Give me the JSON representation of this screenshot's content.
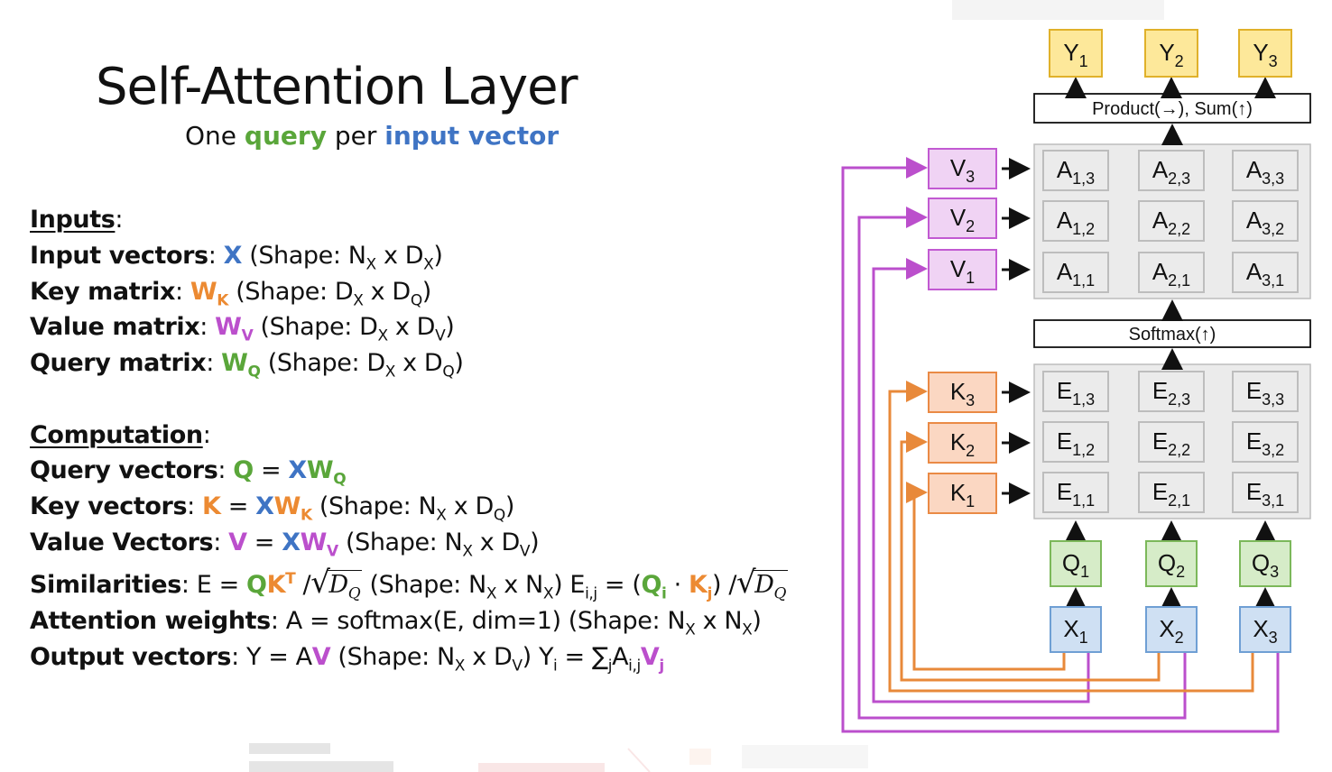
{
  "slide": {
    "title": "Self-Attention Layer",
    "subtitle": {
      "part1": "One ",
      "query": "query",
      "part2": " per ",
      "input_vector": "input vector"
    },
    "inputs": {
      "header": "Inputs",
      "input_vectors": {
        "label": "Input vectors",
        "sym": "X",
        "shape": "(Shape: N",
        "s1": "X",
        "mid": " x D",
        "s2": "X",
        "end": ")"
      },
      "key_matrix": {
        "label": "Key matrix",
        "sym": "W",
        "sub": "K",
        "shape": "(Shape: D",
        "s1": "X",
        "mid": " x D",
        "s2": "Q",
        "end": ")"
      },
      "value_matrix": {
        "label": "Value matrix",
        "sym": "W",
        "sub": "V",
        "shape": "(Shape: D",
        "s1": "X",
        "mid": " x D",
        "s2": "V",
        "end": ")"
      },
      "query_matrix": {
        "label": "Query matrix",
        "sym": "W",
        "sub": "Q",
        "shape": "(Shape: D",
        "s1": "X",
        "mid": " x D",
        "s2": "Q",
        "end": ")"
      }
    },
    "computation": {
      "header": "Computation",
      "query_vectors": {
        "label": "Query vectors",
        "lhs": "Q",
        "eq": " = ",
        "x": "X",
        "w": "W",
        "sub": "Q"
      },
      "key_vectors": {
        "label": "Key vectors",
        "lhs": "K",
        "eq": " = ",
        "x": "X",
        "w": "W",
        "sub": "K",
        "shape": "(Shape: N",
        "s1": "X",
        "mid": " x D",
        "s2": "Q",
        "end": ")"
      },
      "value_vectors": {
        "label": "Value Vectors",
        "lhs": "V",
        "eq": " = ",
        "x": "X",
        "w": "W",
        "sub": "V",
        "shape": "(Shape: N",
        "s1": "X",
        "mid": " x D",
        "s2": "V",
        "end": ")"
      },
      "similarities": {
        "label": "Similarities",
        "eq": ": E = ",
        "q": "Q",
        "k": "K",
        "t": "T",
        "slash": " /",
        "dq": "D",
        "dqs": "Q",
        "shape": "(Shape: N",
        "s1": "X",
        "mid": " x N",
        "s2": "X",
        "end": ")",
        "eij": "E",
        "eij_sub": "i,j",
        "eq2": " = (",
        "qi": "Q",
        "qi_sub": "i",
        "dot": " · ",
        "kj": "K",
        "kj_sub": "j",
        "close": ") /"
      },
      "attention_weights": {
        "label": "Attention weights",
        "eq": ": A = softmax(E, dim=1)  (Shape: N",
        "s1": "X",
        "mid": " x N",
        "s2": "X",
        "end": ")"
      },
      "output_vectors": {
        "label": "Output vectors",
        "eq": ": Y = A",
        "v": "V",
        "shape": " (Shape: N",
        "s1": "X",
        "mid": " x D",
        "s2": "V",
        "end": ") Y",
        "yi": "i",
        "eq2": " = ∑",
        "j": "j",
        "a": "A",
        "ij": "i,j",
        "vj": "V",
        "vj_sub": "j"
      }
    }
  },
  "diagram": {
    "product_sum_label": "Product(→),   Sum(↑)",
    "softmax_label": "Softmax(↑)",
    "y_boxes": [
      {
        "main": "Y",
        "sub": "1"
      },
      {
        "main": "Y",
        "sub": "2"
      },
      {
        "main": "Y",
        "sub": "3"
      }
    ],
    "v_boxes": [
      {
        "main": "V",
        "sub": "3"
      },
      {
        "main": "V",
        "sub": "2"
      },
      {
        "main": "V",
        "sub": "1"
      }
    ],
    "k_boxes": [
      {
        "main": "K",
        "sub": "3"
      },
      {
        "main": "K",
        "sub": "2"
      },
      {
        "main": "K",
        "sub": "1"
      }
    ],
    "q_boxes": [
      {
        "main": "Q",
        "sub": "1"
      },
      {
        "main": "Q",
        "sub": "2"
      },
      {
        "main": "Q",
        "sub": "3"
      }
    ],
    "x_boxes": [
      {
        "main": "X",
        "sub": "1"
      },
      {
        "main": "X",
        "sub": "2"
      },
      {
        "main": "X",
        "sub": "3"
      }
    ],
    "a_grid": [
      [
        {
          "main": "A",
          "sub": "1,3"
        },
        {
          "main": "A",
          "sub": "2,3"
        },
        {
          "main": "A",
          "sub": "3,3"
        }
      ],
      [
        {
          "main": "A",
          "sub": "1,2"
        },
        {
          "main": "A",
          "sub": "2,2"
        },
        {
          "main": "A",
          "sub": "3,2"
        }
      ],
      [
        {
          "main": "A",
          "sub": "1,1"
        },
        {
          "main": "A",
          "sub": "2,1"
        },
        {
          "main": "A",
          "sub": "3,1"
        }
      ]
    ],
    "e_grid": [
      [
        {
          "main": "E",
          "sub": "1,3"
        },
        {
          "main": "E",
          "sub": "2,3"
        },
        {
          "main": "E",
          "sub": "3,3"
        }
      ],
      [
        {
          "main": "E",
          "sub": "1,2"
        },
        {
          "main": "E",
          "sub": "2,2"
        },
        {
          "main": "E",
          "sub": "3,2"
        }
      ],
      [
        {
          "main": "E",
          "sub": "1,1"
        },
        {
          "main": "E",
          "sub": "2,1"
        },
        {
          "main": "E",
          "sub": "3,1"
        }
      ]
    ],
    "colors": {
      "y_fill": "#fde89a",
      "y_stroke": "#e0b12a",
      "v_fill": "#f0d3f4",
      "v_stroke": "#c25ad2",
      "k_fill": "#fbd7c2",
      "k_stroke": "#ea8a45",
      "q_fill": "#d6ecc8",
      "q_stroke": "#7cb85a",
      "x_fill": "#cfe0f3",
      "x_stroke": "#6f9fd4",
      "grid_fill": "#ebebeb",
      "grid_stroke": "#bdbdbd",
      "purple_line": "#bb4fcc",
      "orange_line": "#e8893a"
    }
  }
}
